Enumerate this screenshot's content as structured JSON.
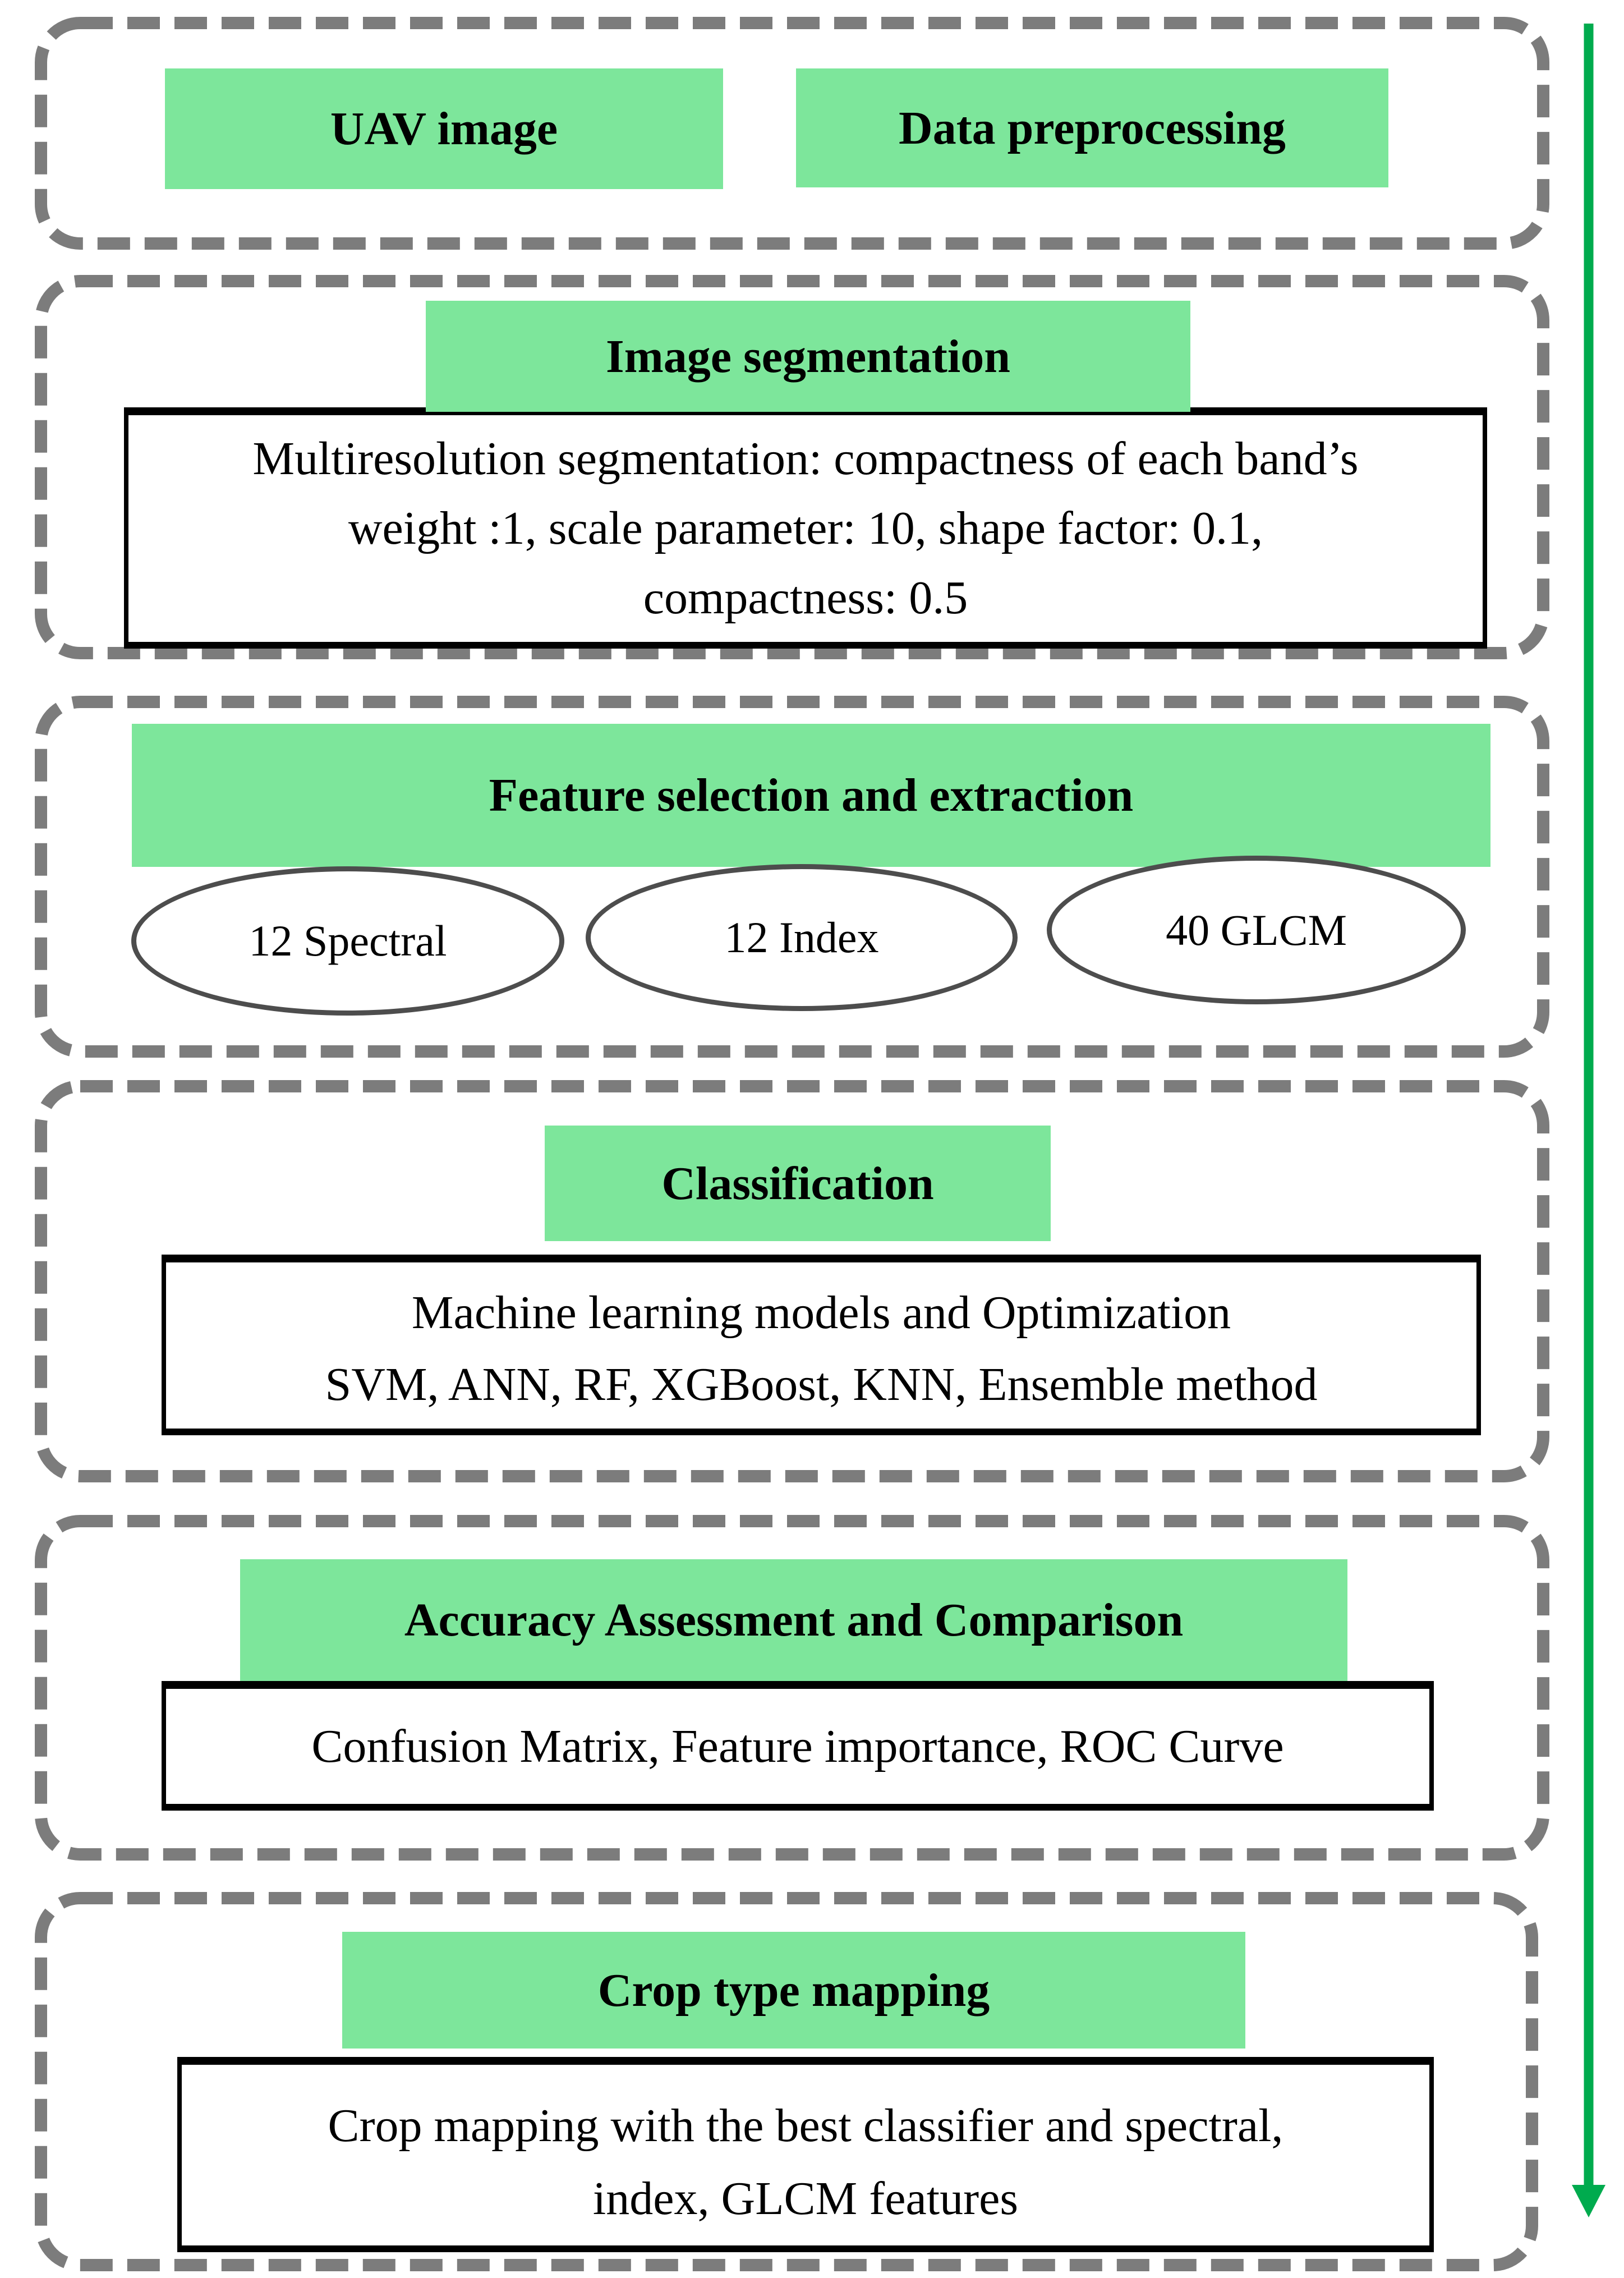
{
  "figure": {
    "stages": [
      {
        "frame": "input",
        "boxes": [
          {
            "label": "UAV image"
          },
          {
            "label": "Data preprocessing"
          }
        ]
      },
      {
        "frame": "image-segmentation",
        "header": "Image segmentation",
        "body_lines": [
          "Multiresolution segmentation: compactness of each band’s",
          "weight :1, scale parameter: 10, shape factor: 0.1,",
          "compactness: 0.5"
        ]
      },
      {
        "frame": "feature-selection",
        "header": "Feature selection and extraction",
        "ellipses": [
          {
            "label": "12 Spectral"
          },
          {
            "label": "12 Index"
          },
          {
            "label": "40 GLCM"
          }
        ]
      },
      {
        "frame": "classification",
        "header": "Classification",
        "body_lines": [
          "Machine learning models and Optimization",
          "SVM, ANN, RF, XGBoost, KNN, Ensemble method"
        ]
      },
      {
        "frame": "accuracy-assessment",
        "header": "Accuracy Assessment and Comparison",
        "body_lines": [
          "Confusion Matrix, Feature importance, ROC Curve"
        ]
      },
      {
        "frame": "crop-type-mapping",
        "header": "Crop type mapping",
        "body_lines": [
          "Crop mapping with the best classifier and spectral,",
          "index, GLCM features"
        ]
      }
    ],
    "arrow": {
      "direction": "down"
    },
    "colors": {
      "stage_fill": "#7de69b",
      "frame_dash": "#7c7c7c",
      "arrow_green": "#00ab4e",
      "ellipse_stroke": "#4d4d4d",
      "box_border": "#000000"
    }
  }
}
